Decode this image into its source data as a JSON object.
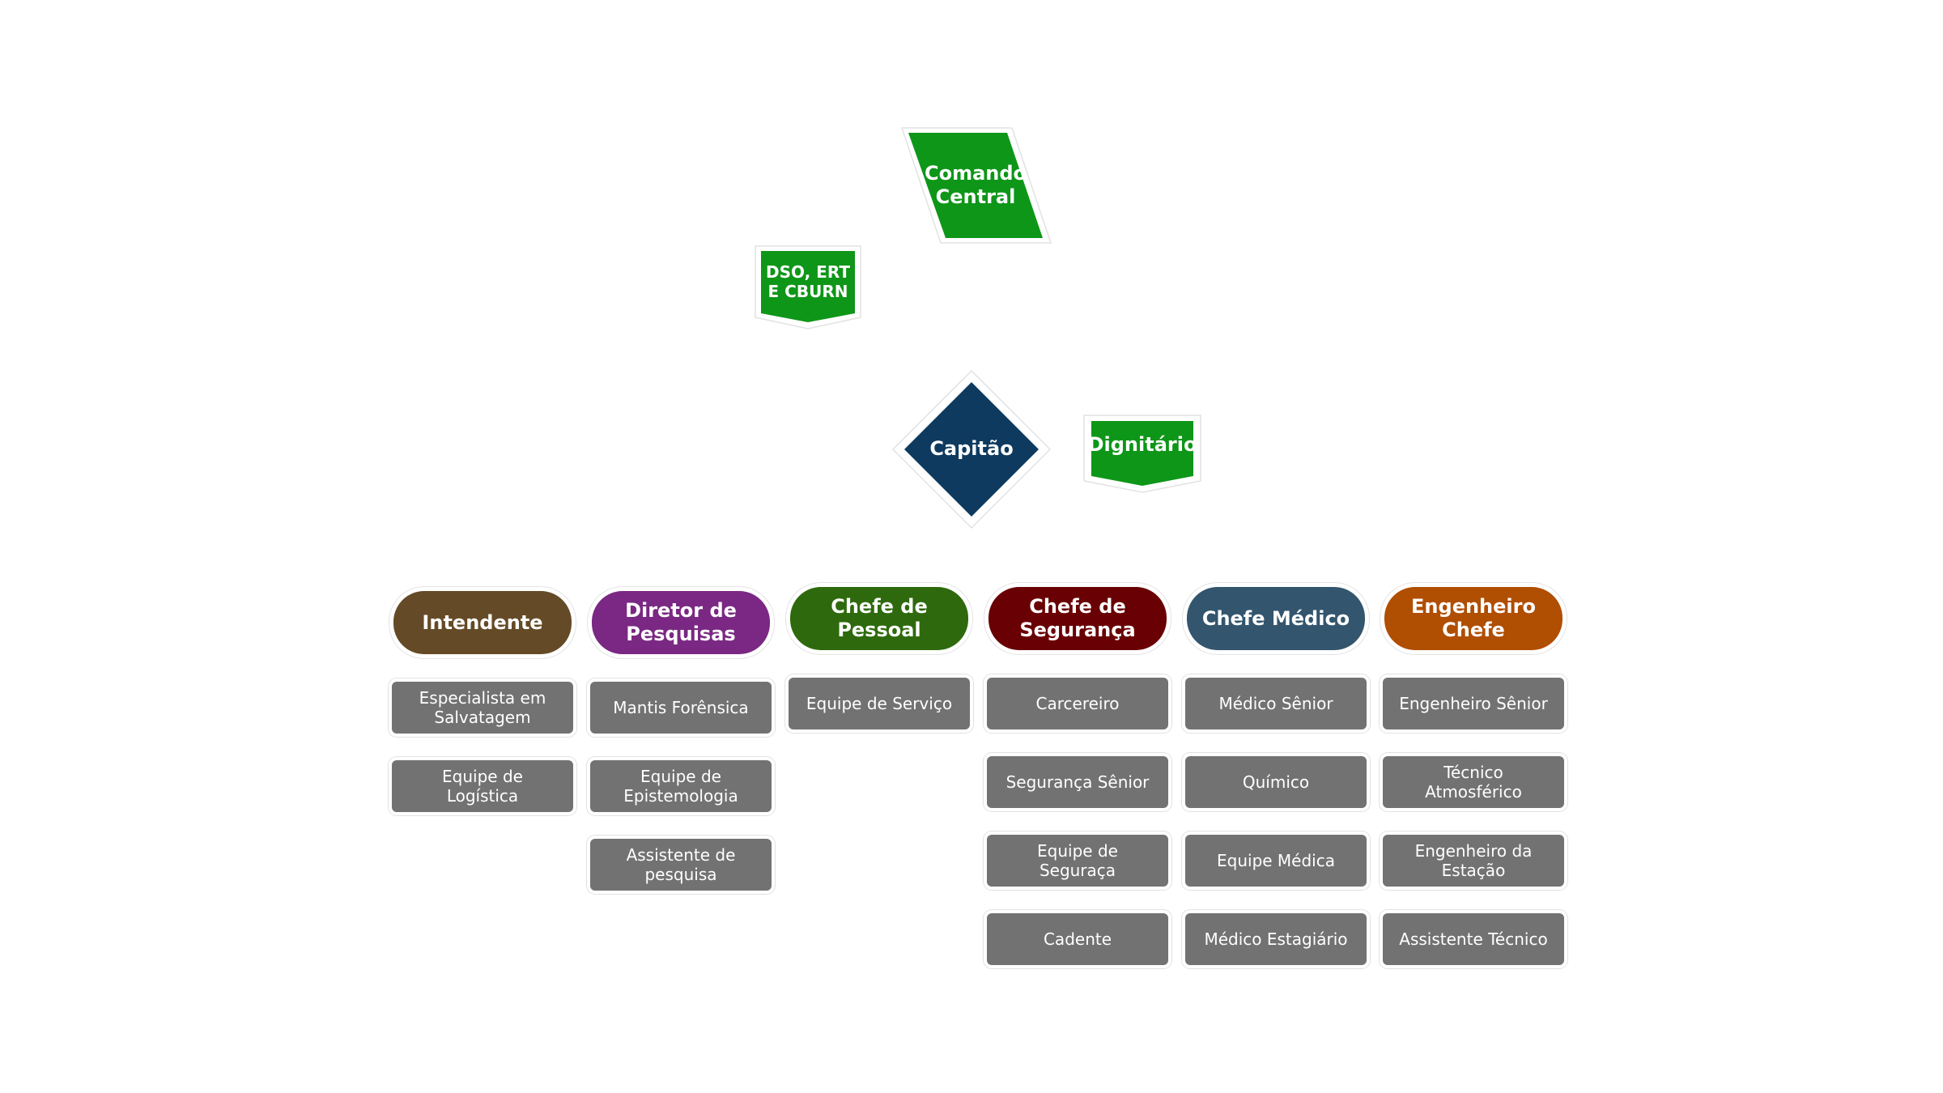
{
  "top": {
    "comando": {
      "label": "Comando\nCentral",
      "color": "#0e9618"
    },
    "dso": {
      "label": "DSO, ERT\nE CBURN",
      "color": "#0e9618"
    },
    "capitao": {
      "label": "Capitão",
      "color": "#0f3a5f"
    },
    "dignitario": {
      "label": "Dignitário",
      "color": "#0e9618"
    }
  },
  "columns": [
    {
      "head": "Intendente",
      "color": "#644a26",
      "items": [
        "Especialista em\nSalvatagem",
        "Equipe de\nLogística"
      ]
    },
    {
      "head": "Diretor de\nPesquisas",
      "color": "#7a2883",
      "items": [
        "Mantis Forênsica",
        "Equipe de\nEpistemologia",
        "Assistente de\npesquisa"
      ]
    },
    {
      "head": "Chefe de Pessoal",
      "color": "#2e6a0d",
      "items": [
        "Equipe de Serviço"
      ]
    },
    {
      "head": "Chefe de\nSegurança",
      "color": "#690003",
      "items": [
        "Carcereiro",
        "Segurança Sênior",
        "Equipe de\nSeguraça",
        "Cadente"
      ]
    },
    {
      "head": "Chefe Médico",
      "color": "#33556e",
      "items": [
        "Médico Sênior",
        "Químico",
        "Equipe Médica",
        "Médico Estagiário"
      ]
    },
    {
      "head": "Engenheiro Chefe",
      "color": "#b04e02",
      "items": [
        "Engenheiro Sênior",
        "Técnico\nAtmosférico",
        "Engenheiro da\nEstação",
        "Assistente Técnico"
      ]
    }
  ]
}
